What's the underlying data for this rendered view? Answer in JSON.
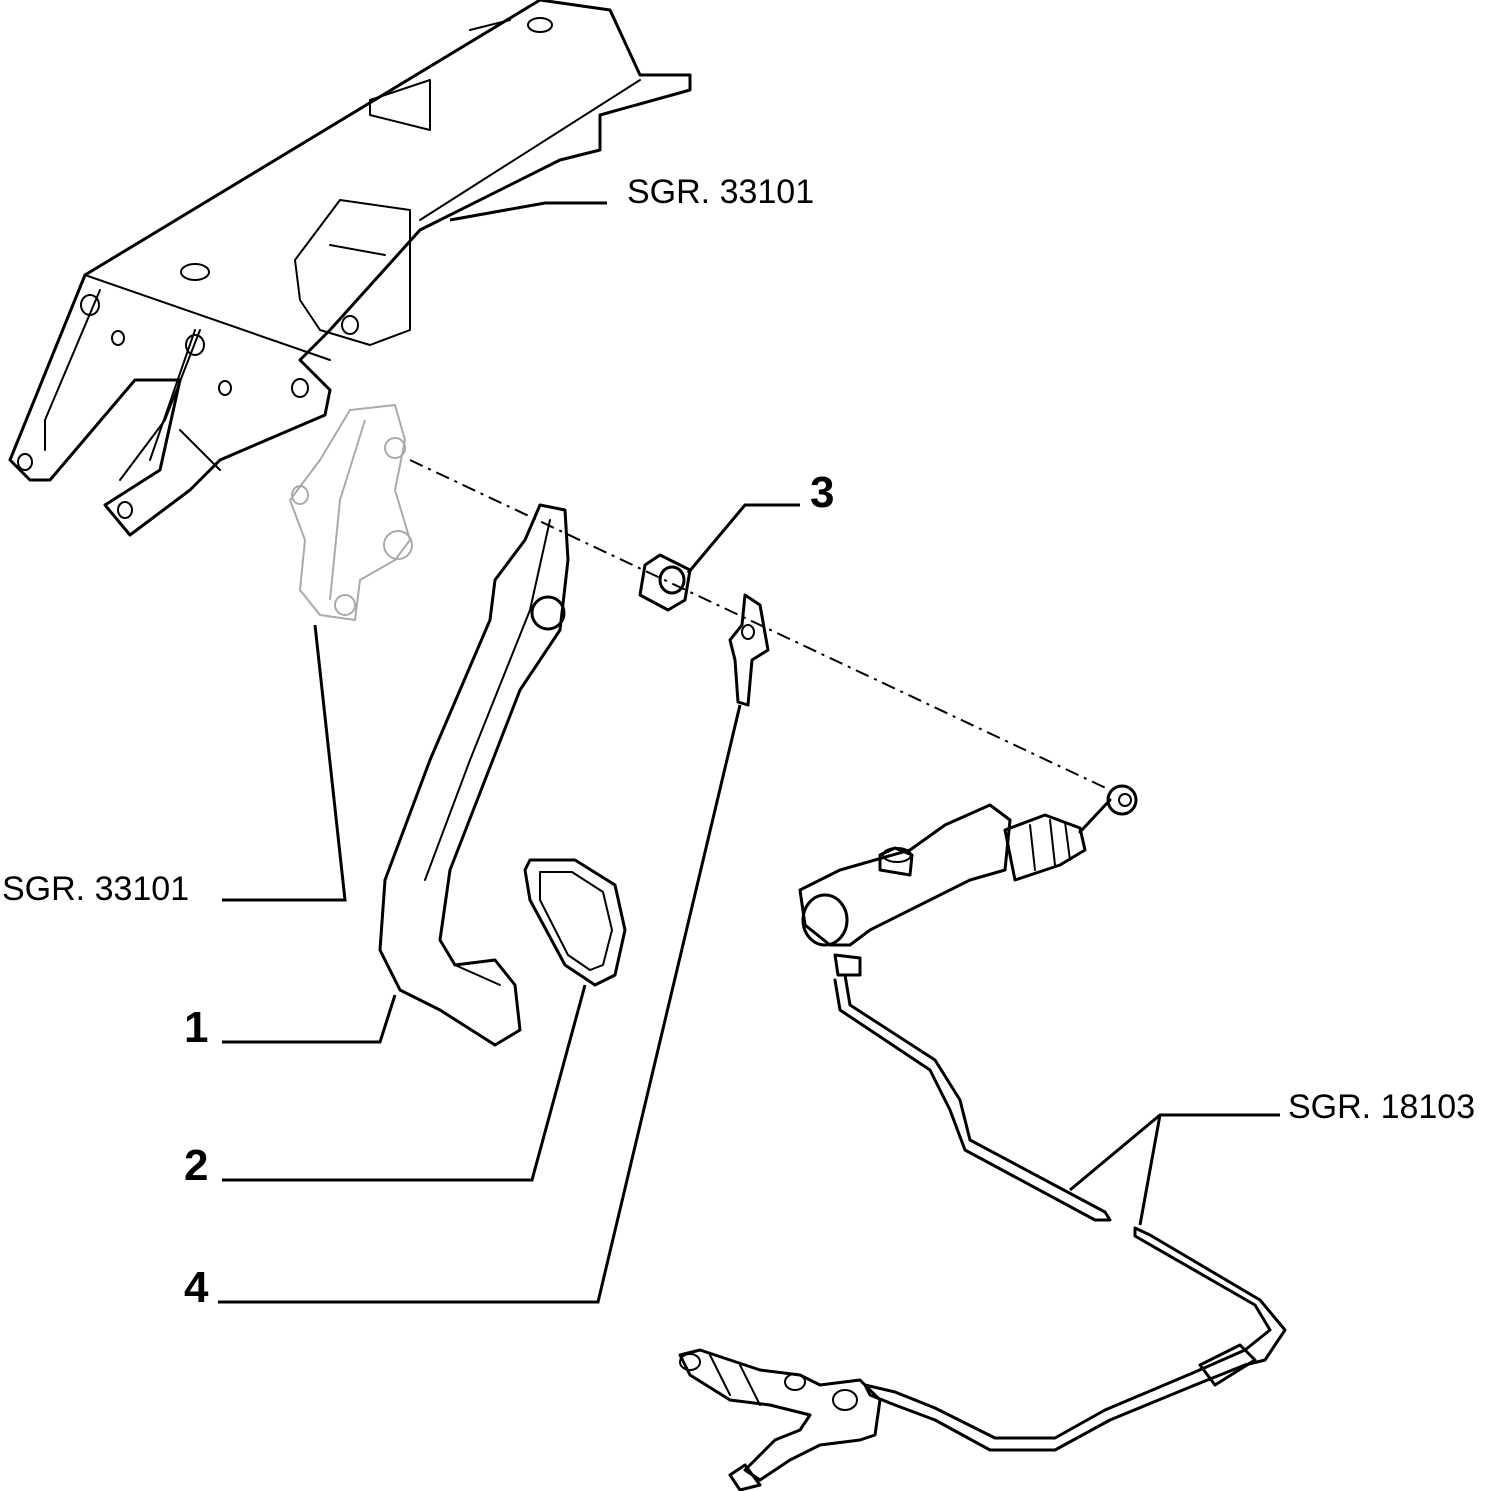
{
  "labels": {
    "ref_frame": "SGR. 33101",
    "ref_support": "SGR. 33101",
    "ref_pipe": "SGR. 18103",
    "part_1": "1",
    "part_2": "2",
    "part_3": "3",
    "part_4": "4"
  }
}
